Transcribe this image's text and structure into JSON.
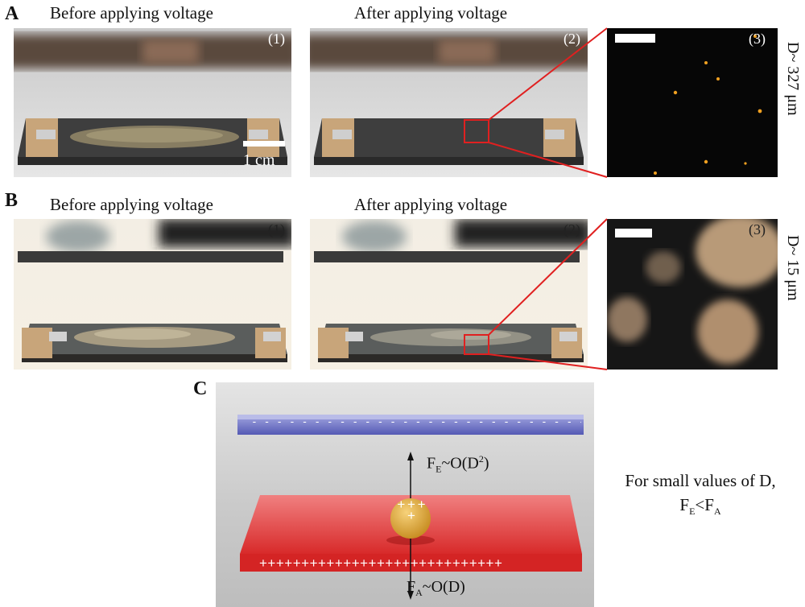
{
  "panels": {
    "A": {
      "letter": "A",
      "caption_before": "Before applying voltage",
      "caption_after": "After applying voltage",
      "sub_labels": [
        "(1)",
        "(2)",
        "(3)"
      ],
      "scale_bar_label": "1 cm",
      "side_label": "D~ 327 μm"
    },
    "B": {
      "letter": "B",
      "caption_before": "Before applying voltage",
      "caption_after": "After applying voltage",
      "sub_labels": [
        "(1)",
        "(2)",
        "(3)"
      ],
      "side_label": "D~ 15 μm"
    },
    "C": {
      "letter": "C",
      "top_plate_charges": "- - - - - - - - - - - - - - - - - - - - - - - - - - - - -",
      "bottom_plate_charges": "+++++++++++++++++++++++++++++",
      "particle_charges": "+ + + +",
      "force_electric": {
        "base": "F",
        "sub": "E",
        "mid": "~O(D",
        "sup": "2",
        "end": ")"
      },
      "force_adhesion": {
        "base": "F",
        "sub": "A",
        "mid": "~O(D)"
      },
      "note_line1": "For small values of D,",
      "note_line2": {
        "base1": "F",
        "sub1": "E",
        "op": "<F",
        "sub2": "A"
      }
    }
  },
  "colors": {
    "top_plate": "#6a6fc4",
    "bottom_plate": "#e23a3a",
    "particle": "#e0a830",
    "zoom_box": "#e02020"
  }
}
